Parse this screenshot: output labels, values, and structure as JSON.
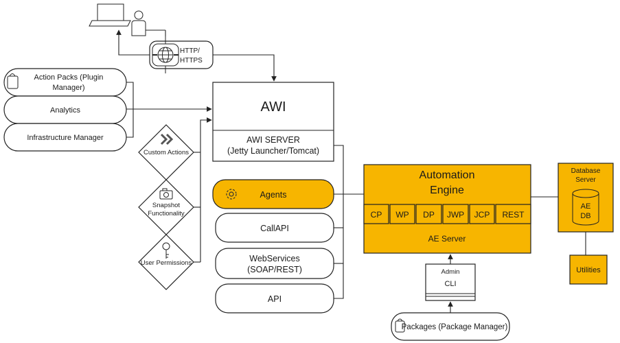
{
  "protocol": {
    "line1": "HTTP/",
    "line2": "HTTPS"
  },
  "awi": {
    "title": "AWI",
    "server_line1": "AWI SERVER",
    "server_line2": "(Jetty Launcher/Tomcat)"
  },
  "left_panel": {
    "action_packs_line1": "Action Packs (Plugin",
    "action_packs_line2": "Manager)",
    "analytics": "Analytics",
    "infrastructure": "Infrastructure Manager"
  },
  "features": {
    "custom_actions": "Custom Actions",
    "snapshot_line1": "Snapshot",
    "snapshot_line2": "Functionality",
    "user_permissions": "User Permissions"
  },
  "components": {
    "agents": "Agents",
    "callapi": "CallAPI",
    "webservices_line1": "WebServices",
    "webservices_line2": "(SOAP/REST)",
    "api": "API"
  },
  "engine": {
    "title_line1": "Automation",
    "title_line2": "Engine",
    "processes": [
      "CP",
      "WP",
      "DP",
      "JWP",
      "JCP",
      "REST"
    ],
    "server": "AE Server"
  },
  "database": {
    "title_line1": "Database",
    "title_line2": "Server",
    "db_line1": "AE",
    "db_line2": "DB",
    "utilities": "Utilities"
  },
  "admin": {
    "title": "Admin",
    "cli": "CLI"
  },
  "packages": "Packages (Package Manager)",
  "colors": {
    "accent": "#f7b500",
    "stroke": "#222222"
  }
}
